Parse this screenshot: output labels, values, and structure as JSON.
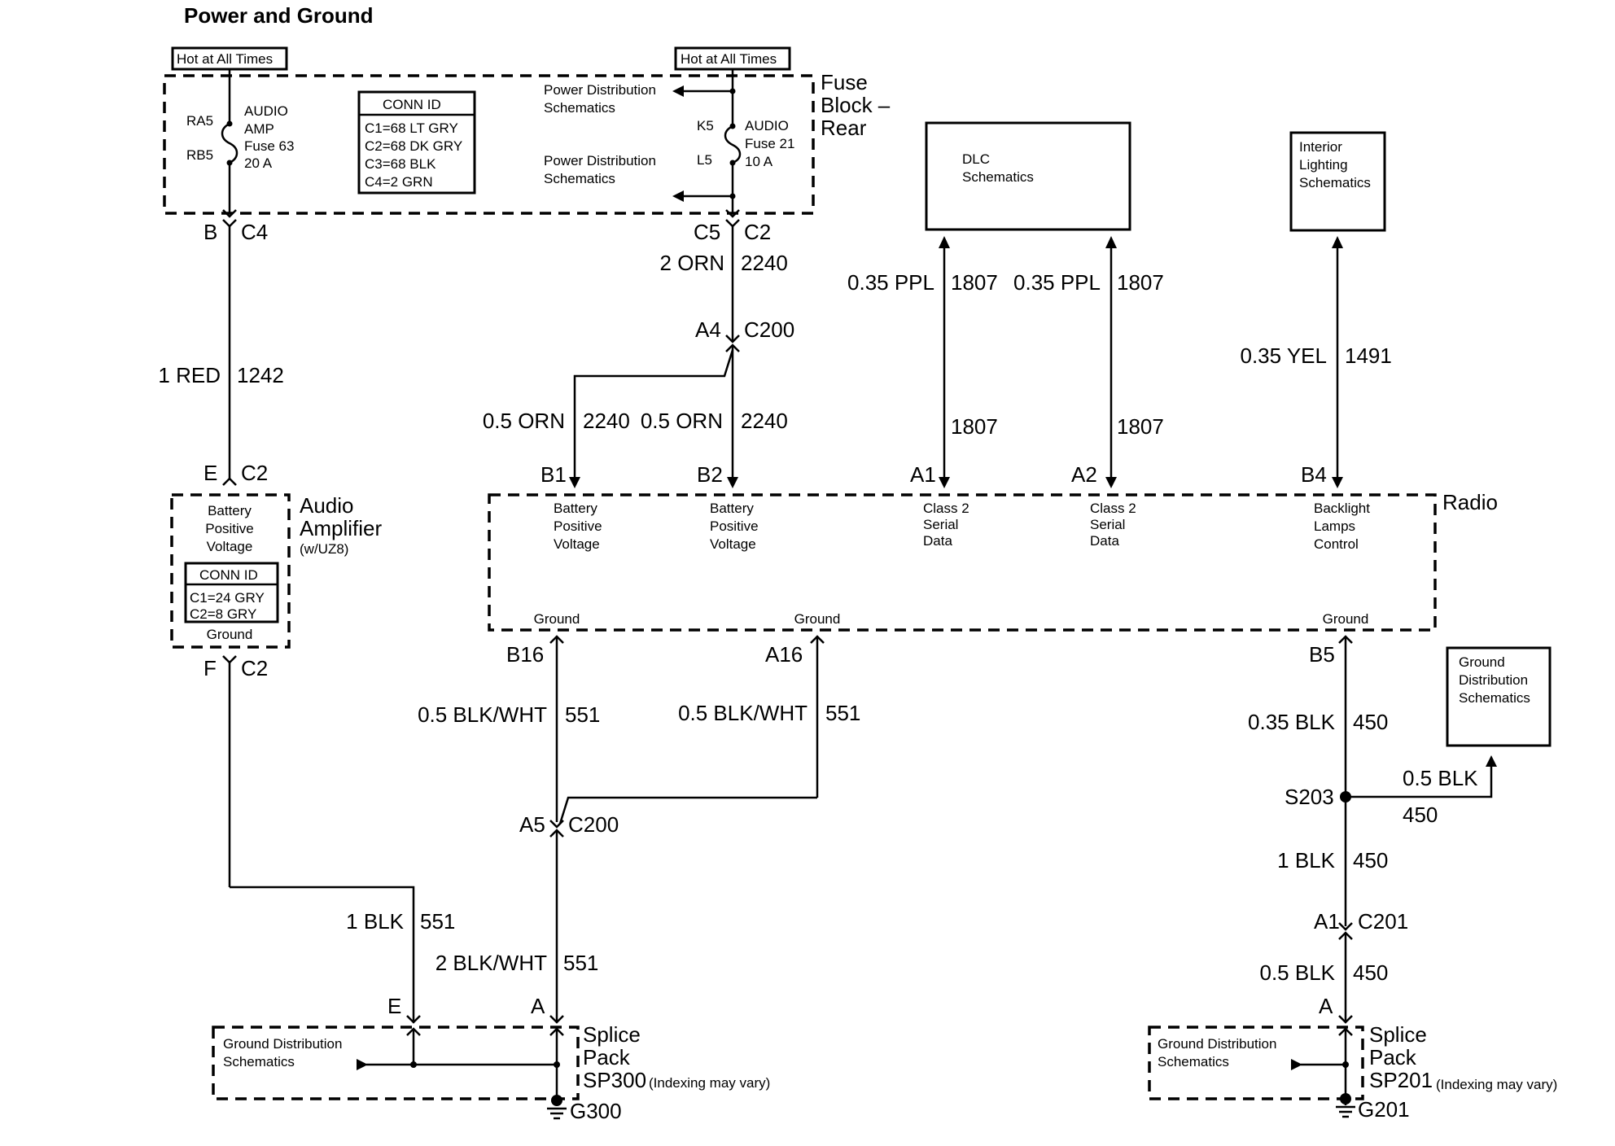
{
  "title": "Power and Ground",
  "hot_label_left": "Hot at All Times",
  "hot_label_right": "Hot at All Times",
  "fuse_block": {
    "name_line1": "Fuse",
    "name_line2": "Block –",
    "name_line3": "Rear",
    "left_fuse": {
      "pin_top": "RA5",
      "pin_bottom": "RB5",
      "label1": "AUDIO",
      "label2": "AMP",
      "label3": "Fuse 63",
      "label4": "20 A"
    },
    "right_fuse": {
      "pin_top": "K5",
      "pin_bottom": "L5",
      "label1": "AUDIO",
      "label2": "Fuse 21",
      "label3": "10 A"
    },
    "conn_id": {
      "title": "CONN ID",
      "lines": [
        "C1=68 LT GRY",
        "C2=68 DK GRY",
        "C3=68 BLK",
        "C4=2 GRN"
      ]
    },
    "pd_top": [
      "Power Distribution",
      "Schematics"
    ],
    "pd_bottom": [
      "Power Distribution",
      "Schematics"
    ]
  },
  "wires": {
    "w1242": {
      "pin_top": "B",
      "conn_top": "C4",
      "gauge": "1 RED",
      "circuit": "1242",
      "pin_bottom": "E",
      "conn_bottom": "C2"
    },
    "w2240": {
      "pin_top": "C5",
      "conn_top": "C2",
      "gauge": "2 ORN",
      "circuit": "2240",
      "pin_c200": "A4",
      "conn_c200": "C200"
    },
    "w2240_b1": {
      "gauge": "0.5 ORN",
      "circuit": "2240",
      "pin": "B1"
    },
    "w2240_b2": {
      "gauge": "0.5 ORN",
      "circuit": "2240",
      "pin": "B2"
    },
    "w1807_a1": {
      "gauge": "0.35 PPL",
      "circuit": "1807",
      "circuit_lower": "1807",
      "pin": "A1"
    },
    "w1807_a2": {
      "gauge": "0.35 PPL",
      "circuit": "1807",
      "circuit_lower": "1807",
      "pin": "A2"
    },
    "w1491": {
      "gauge": "0.35 YEL",
      "circuit": "1491",
      "pin": "B4"
    },
    "w551_b16": {
      "pin": "B16",
      "gauge": "0.5 BLK/WHT",
      "circuit": "551"
    },
    "w551_a16": {
      "pin": "A16",
      "gauge": "0.5 BLK/WHT",
      "circuit": "551"
    },
    "w551_c200": {
      "pin": "A5",
      "conn": "C200"
    },
    "w551_main": {
      "gauge": "2 BLK/WHT",
      "circuit": "551",
      "pin": "A"
    },
    "w551_amp": {
      "pin_top": "F",
      "conn_top": "C2",
      "gauge": "1 BLK",
      "circuit": "551",
      "pin": "E"
    },
    "w450": {
      "pin": "B5",
      "gauge": "0.35 BLK",
      "circuit": "450",
      "splice": "S203",
      "branch_gauge": "0.5 BLK",
      "branch_circuit": "450",
      "gauge2": "1 BLK",
      "circuit2": "450",
      "pin_c201": "A1",
      "conn_c201": "C201",
      "gauge3": "0.5 BLK",
      "circuit3": "450",
      "pin_end": "A"
    }
  },
  "dlc_box": [
    "DLC",
    "Schematics"
  ],
  "interior_box": [
    "Interior",
    "Lighting",
    "Schematics"
  ],
  "ground_dist_box": [
    "Ground",
    "Distribution",
    "Schematics"
  ],
  "amplifier": {
    "name_line1": "Audio",
    "name_line2": "Amplifier",
    "option": "(w/UZ8)",
    "pin_label": [
      "Battery",
      "Positive",
      "Voltage"
    ],
    "conn_id": {
      "title": "CONN ID",
      "lines": [
        "C1=24 GRY",
        "C2=8 GRY"
      ]
    },
    "ground": "Ground"
  },
  "radio": {
    "name": "Radio",
    "pins": [
      [
        "Battery",
        "Positive",
        "Voltage"
      ],
      [
        "Battery",
        "Positive",
        "Voltage"
      ],
      [
        "Class 2",
        "Serial",
        "Data"
      ],
      [
        "Class 2",
        "Serial",
        "Data"
      ],
      [
        "Backlight",
        "Lamps",
        "Control"
      ]
    ],
    "ground1": "Ground",
    "ground2": "Ground",
    "ground3": "Ground"
  },
  "splice_sp300": {
    "line1": "Splice",
    "line2": "Pack",
    "line3": "SP300",
    "note": "(Indexing may vary)",
    "gd": [
      "Ground Distribution",
      "Schematics"
    ],
    "ground": "G300"
  },
  "splice_sp201": {
    "line1": "Splice",
    "line2": "Pack",
    "line3": "SP201",
    "note": "(Indexing may vary)",
    "gd": [
      "Ground Distribution",
      "Schematics"
    ],
    "ground": "G201"
  }
}
